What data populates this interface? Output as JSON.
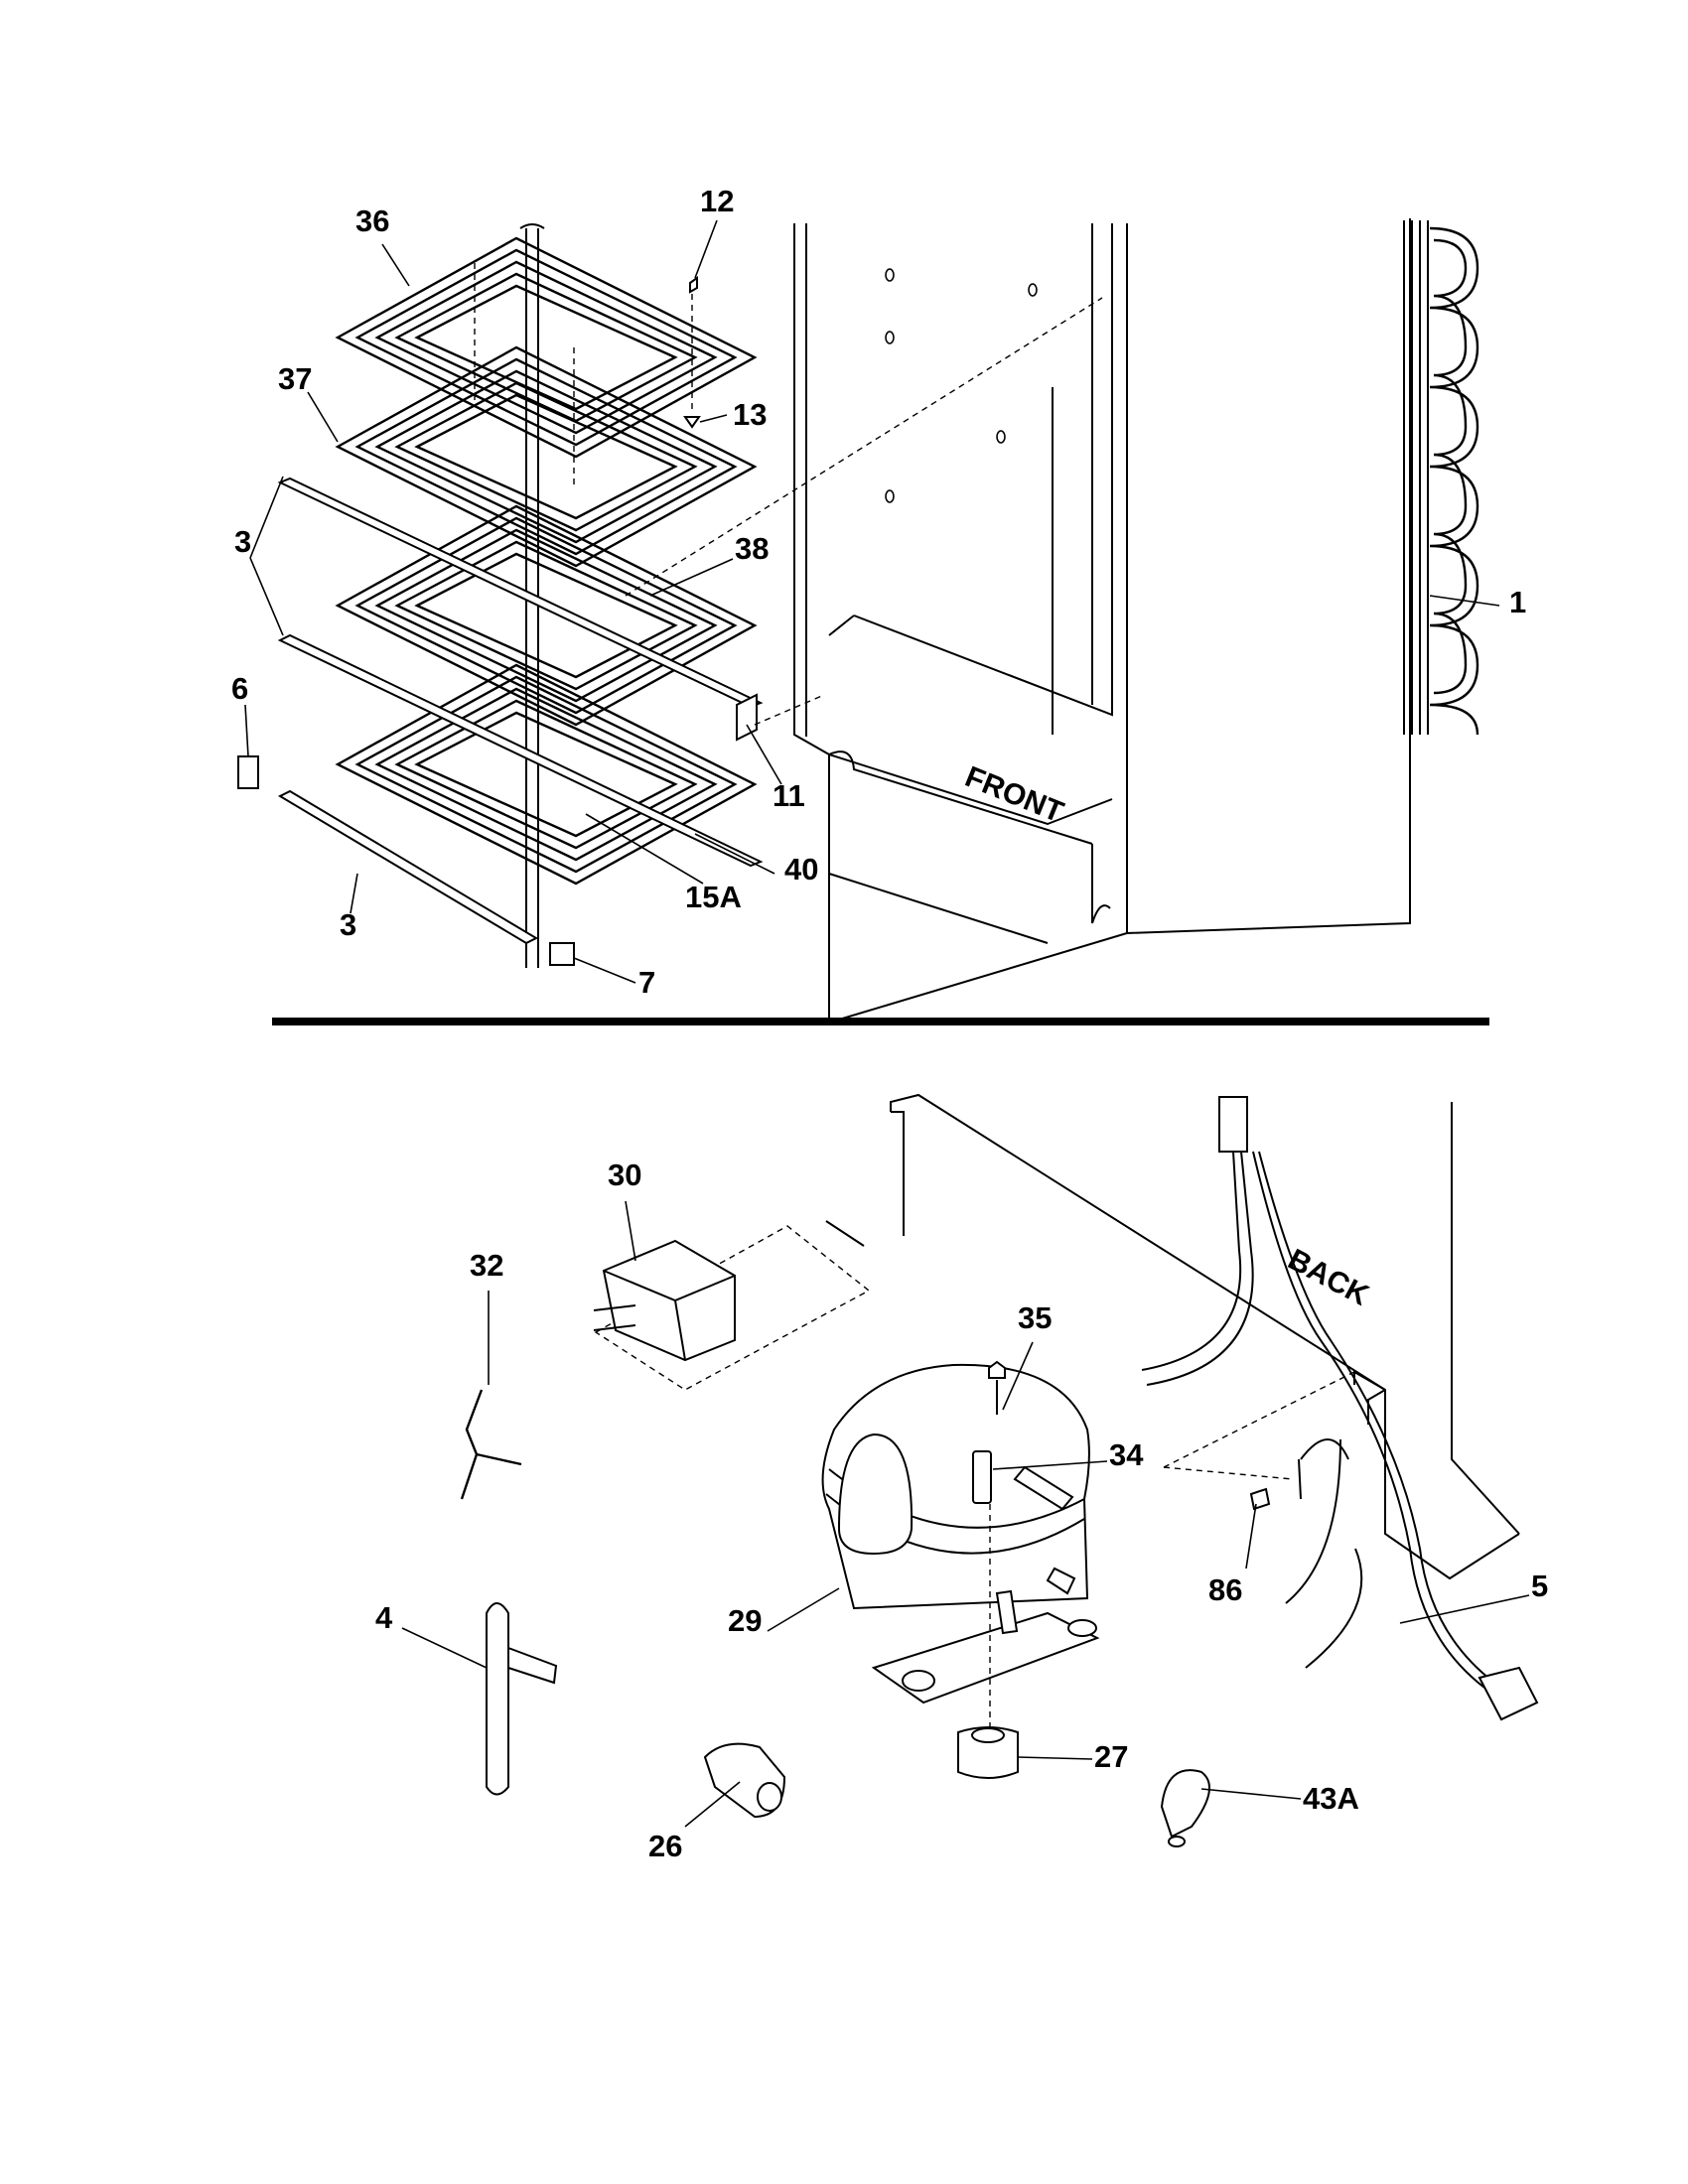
{
  "diagram": {
    "labels": {
      "l1": "1",
      "l3a": "3",
      "l3b": "3",
      "l6": "6",
      "l7": "7",
      "l11": "11",
      "l12": "12",
      "l13": "13",
      "l15A": "15A",
      "l36": "36",
      "l37": "37",
      "l38": "38",
      "l40": "40",
      "l4": "4",
      "l5": "5",
      "l26": "26",
      "l27": "27",
      "l29": "29",
      "l30": "30",
      "l32": "32",
      "l34": "34",
      "l35": "35",
      "l43A": "43A",
      "l86": "86"
    },
    "side_labels": {
      "front": "FRONT",
      "back": "BACK"
    }
  }
}
